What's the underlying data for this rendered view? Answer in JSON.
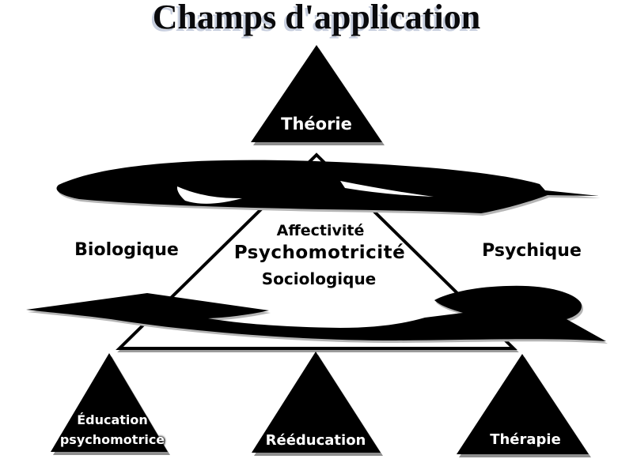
{
  "title": "Champs d'application",
  "apex_triangle": {
    "label": "Théorie"
  },
  "core_triangle": {
    "top_word": "Affectivité",
    "center_word": "Psychomotricité",
    "bottom_word": "Sociologique"
  },
  "side_labels": {
    "left": "Biologique",
    "right": "Psychique"
  },
  "application_triangles": [
    {
      "line1": "Éducation",
      "line2": "psychomotrice"
    },
    {
      "line1": "Rééducation",
      "line2": ""
    },
    {
      "line1": "Thérapie",
      "line2": ""
    }
  ],
  "colors": {
    "ink": "#000000",
    "background": "#ffffff",
    "triangle_label_text": "#ffffff",
    "triangle_shadow": "#8e8e8e",
    "title_shadow": "#c7cede"
  }
}
